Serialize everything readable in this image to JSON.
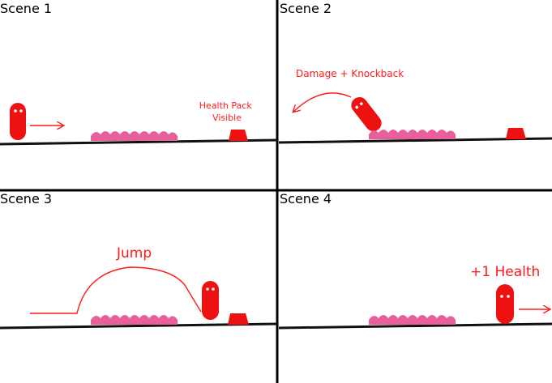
{
  "colors": {
    "player": "#ee1111",
    "spikes": "#e8609a",
    "health_pack": "#ee1111",
    "annotation": "#ff1a1a",
    "ground": "#111111",
    "grid": "#000000",
    "player_eye": "#ffffff"
  },
  "scenes": [
    {
      "title": "Scene 1",
      "caption_line1": "Health Pack",
      "caption_line2": "Visible"
    },
    {
      "title": "Scene 2",
      "caption": "Damage + Knockback"
    },
    {
      "title": "Scene 3",
      "caption": "Jump"
    },
    {
      "title": "Scene 4",
      "caption": "+1 Health"
    }
  ],
  "icons": {
    "player": "player-capsule-icon",
    "spikes": "spike-hazard-icon",
    "health_pack": "health-pack-icon",
    "arrow": "arrow-icon"
  }
}
